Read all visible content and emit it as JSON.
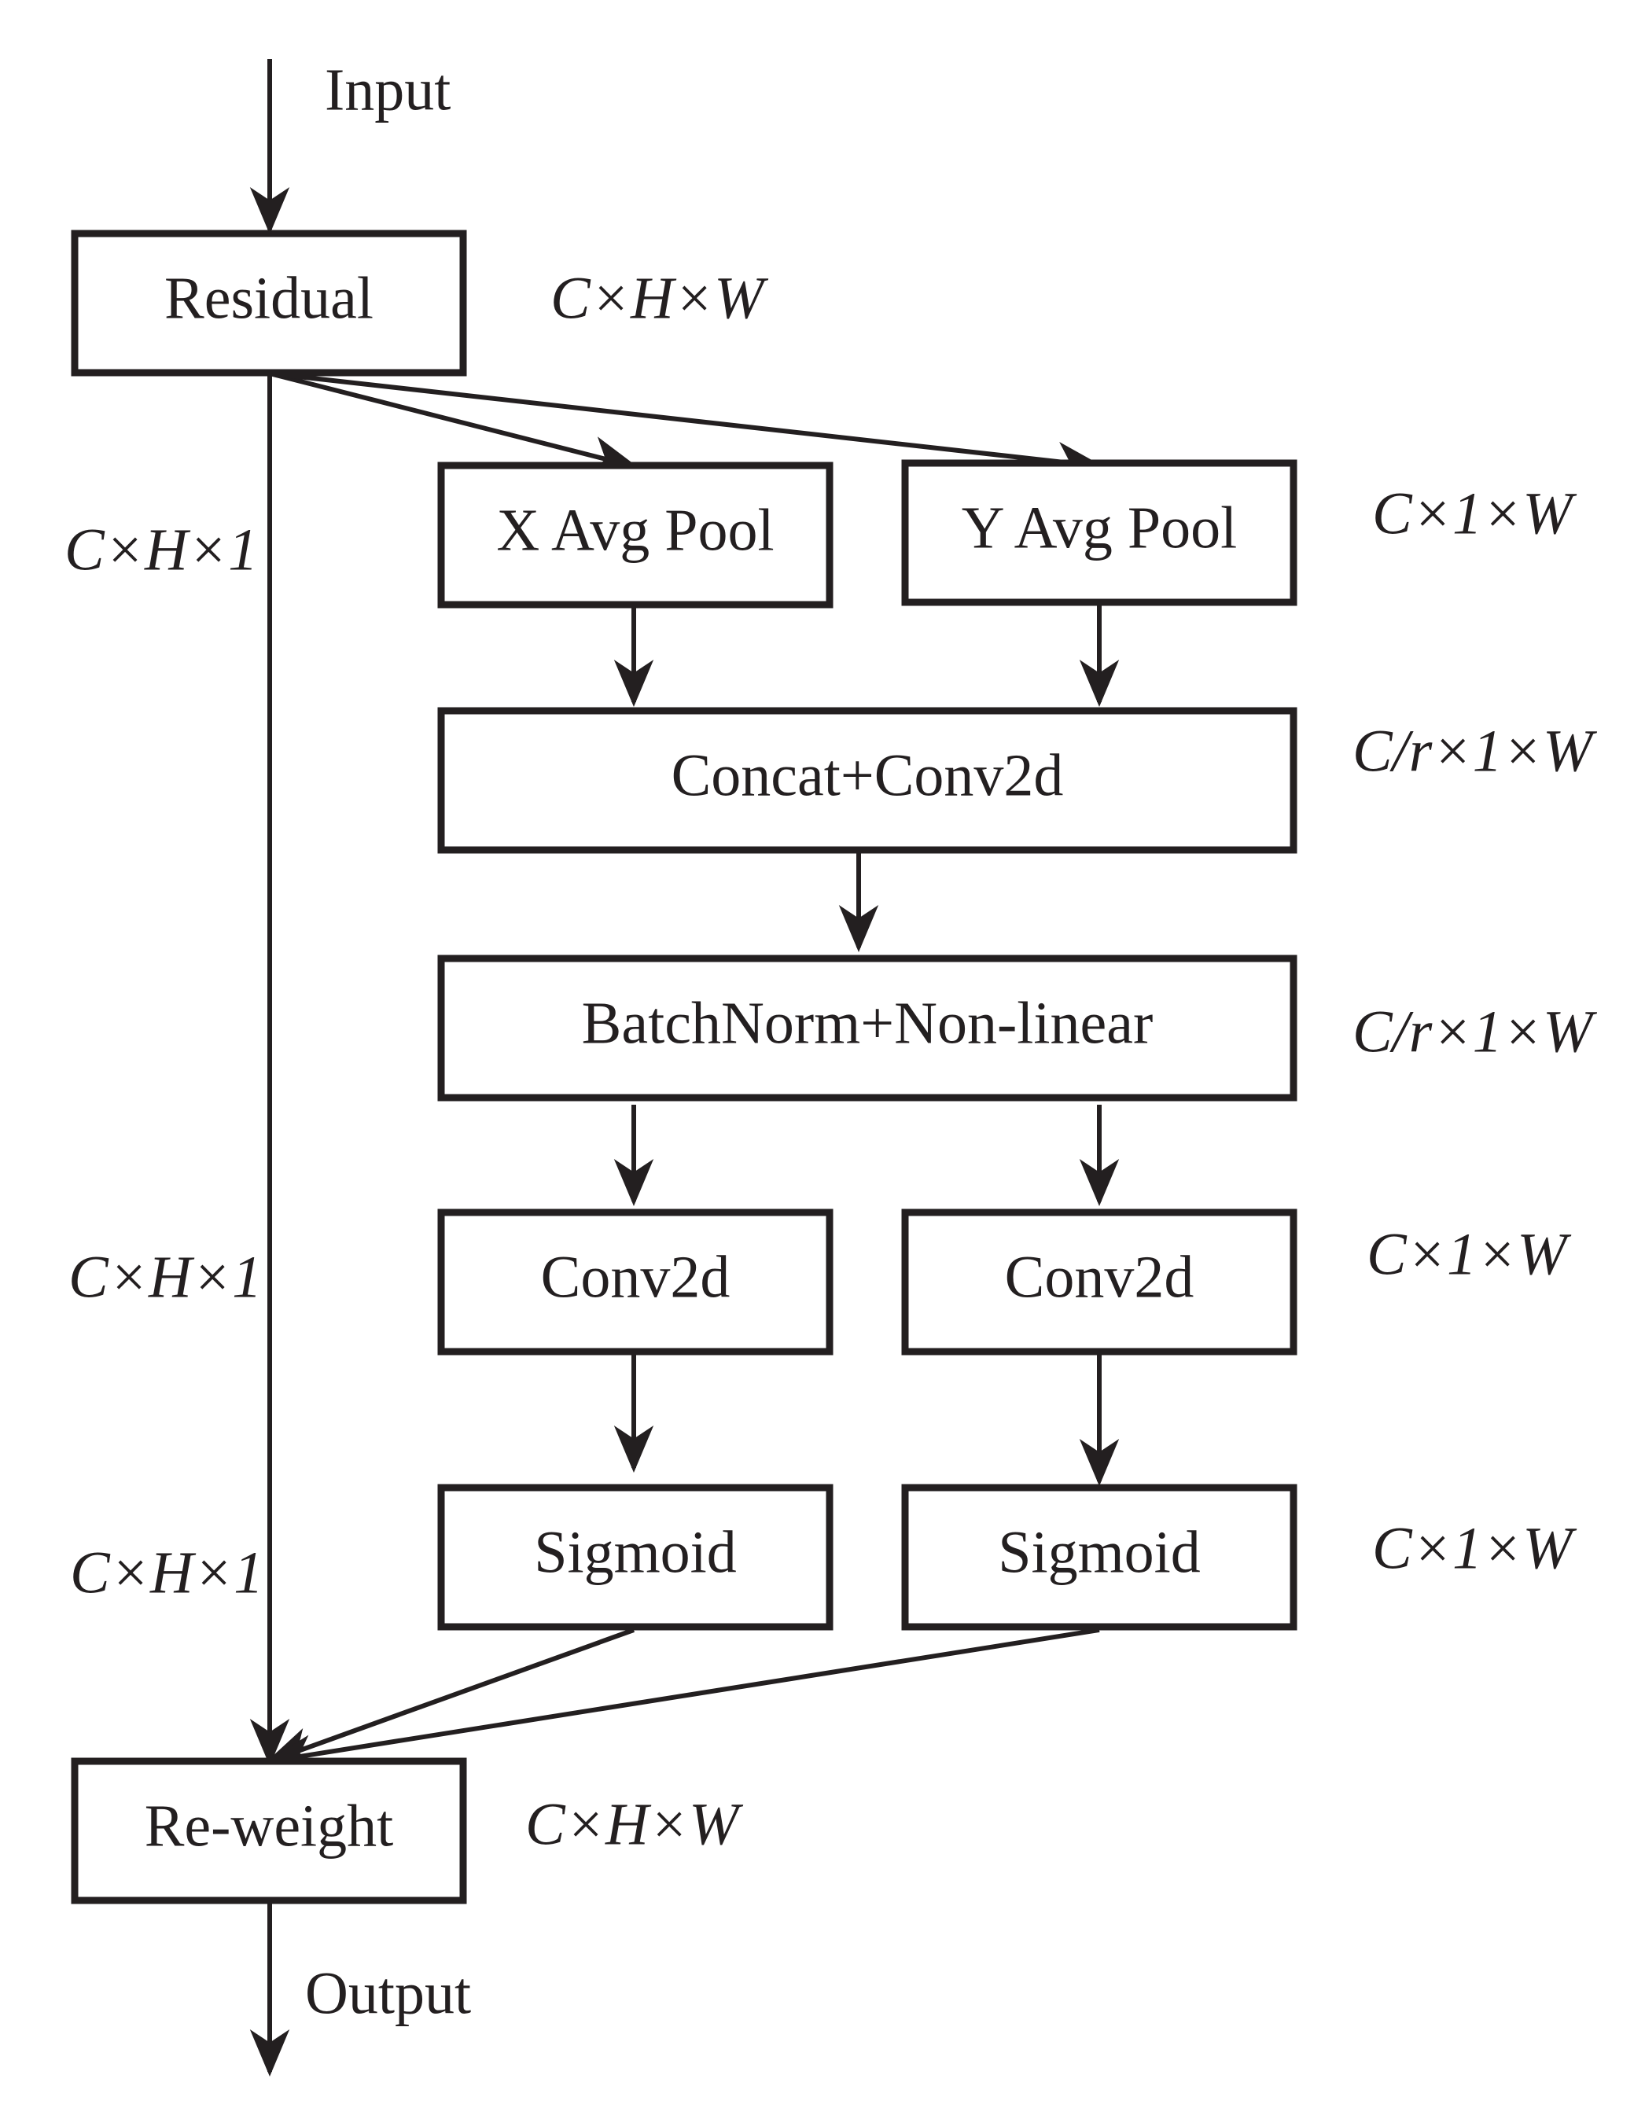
{
  "io": {
    "input_label": "Input",
    "output_label": "Output"
  },
  "nodes": {
    "residual": "Residual",
    "x_avg_pool": "X Avg Pool",
    "y_avg_pool": "Y Avg Pool",
    "concat_conv": "Concat+Conv2d",
    "batchnorm": "BatchNorm+Non-linear",
    "conv_left": "Conv2d",
    "conv_right": "Conv2d",
    "sigmoid_left": "Sigmoid",
    "sigmoid_right": "Sigmoid",
    "reweight": "Re-weight"
  },
  "dims": {
    "residual": "C×H×W",
    "pool": "C×1×W",
    "concat": "C/r×1×W",
    "batchnorm": "C/r×1×W",
    "conv": "C×1×W",
    "sigmoid": "C×1×W",
    "reweight": "C×H×W",
    "left_1": "C×H×1",
    "left_2": "C×H×1",
    "left_3": "C×H×1"
  },
  "colors": {
    "stroke": "#231f20",
    "background": "#ffffff"
  }
}
